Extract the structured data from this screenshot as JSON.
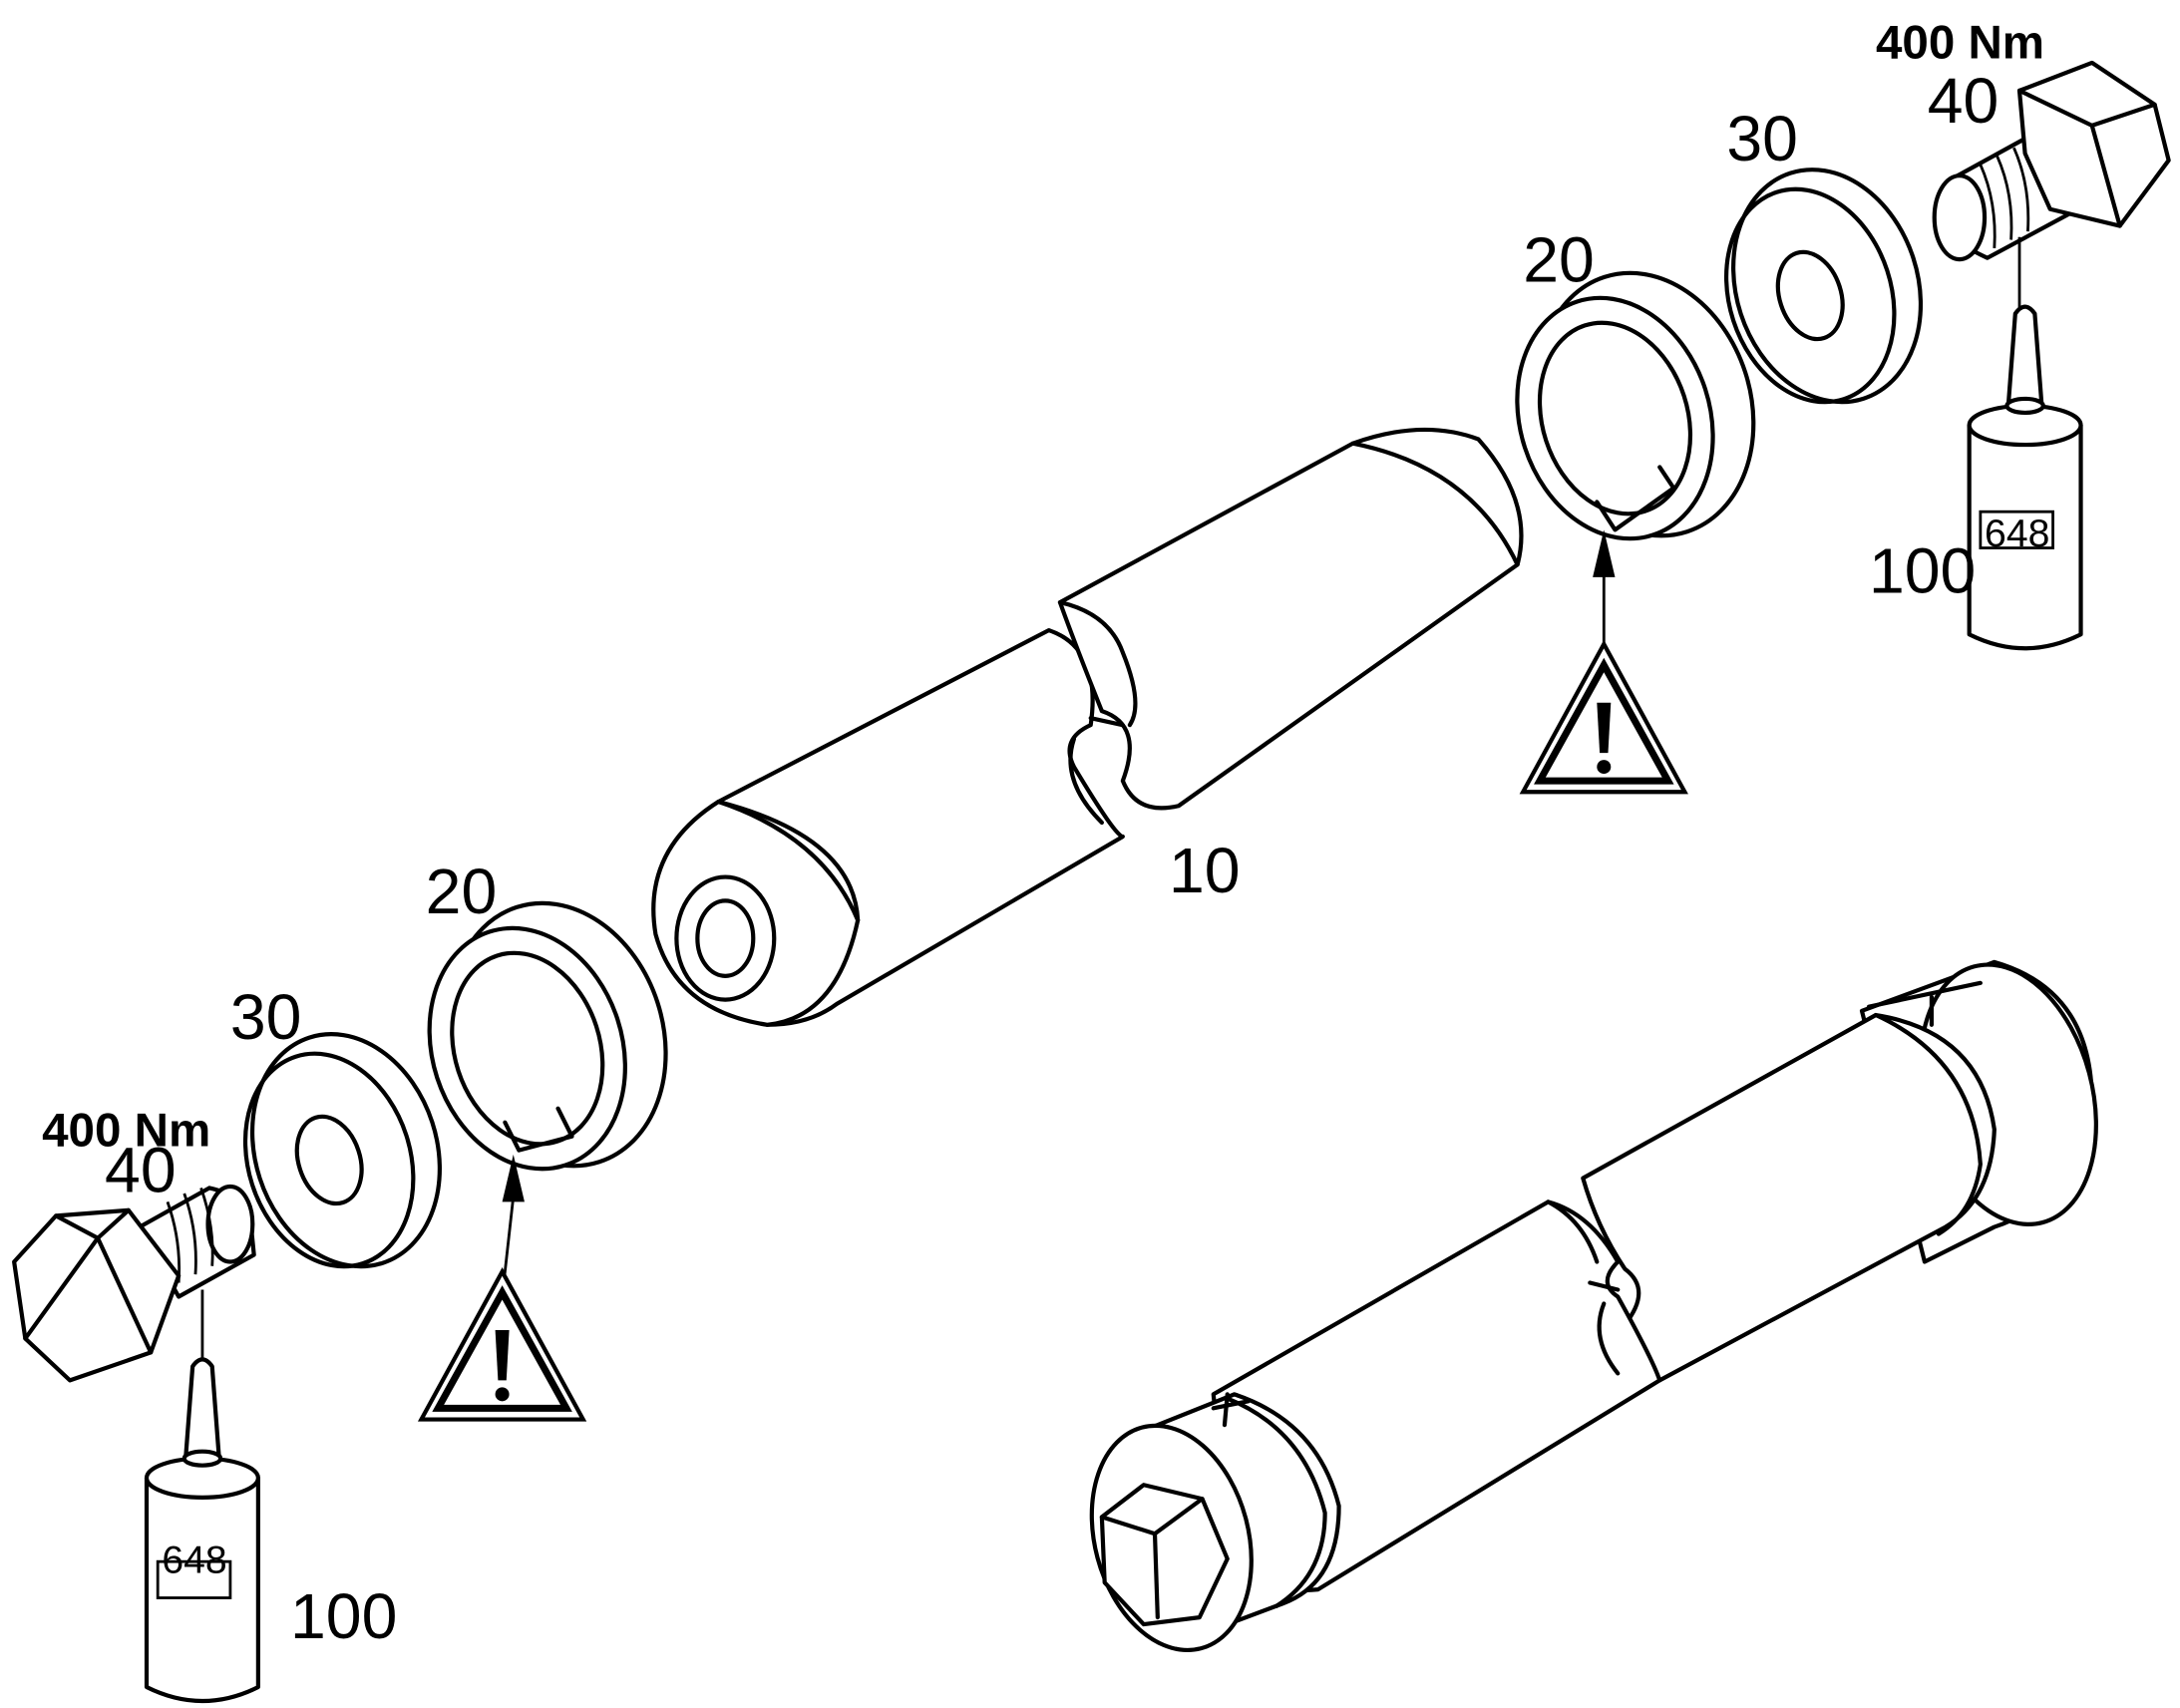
{
  "labels": {
    "pin": "10",
    "bushing_left": "20",
    "washer_left": "30",
    "bolt_left": "40",
    "torque_left": "400 Nm",
    "adhesive_left": "100",
    "bushing_right": "20",
    "washer_right": "30",
    "bolt_right": "40",
    "torque_right": "400 Nm",
    "adhesive_right": "100"
  },
  "adhesive_code": "648",
  "icons": [
    "warning-triangle-icon",
    "warning-triangle-icon"
  ]
}
